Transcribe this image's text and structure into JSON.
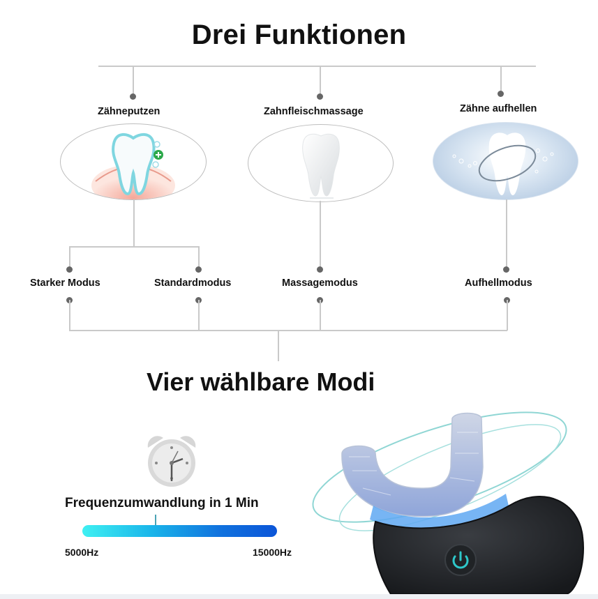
{
  "header": {
    "title": "Drei Funktionen"
  },
  "functions": [
    {
      "label": "Zähneputzen",
      "image": "tooth-clean-icon"
    },
    {
      "label": "Zahnfleischmassage",
      "image": "tooth-white-icon"
    },
    {
      "label": "Zähne aufhellen",
      "image": "tooth-whitening-icon"
    }
  ],
  "modes": [
    {
      "label": "Starker Modus"
    },
    {
      "label": "Standardmodus"
    },
    {
      "label": "Massagemodus"
    },
    {
      "label": "Aufhellmodus"
    }
  ],
  "modes_section": {
    "title": "Vier wählbare Modi"
  },
  "frequency": {
    "label": "Frequenzumwandlung in 1 Min",
    "min_label": "5000Hz",
    "max_label": "15000Hz",
    "icon": "alarm-clock-icon",
    "gradient": [
      "#3ff0f2",
      "#1ab6ea",
      "#1173de",
      "#0b55d8"
    ]
  },
  "product": {
    "name": "u-shaped-toothbrush",
    "power_button_color": "#2ec7c9"
  }
}
